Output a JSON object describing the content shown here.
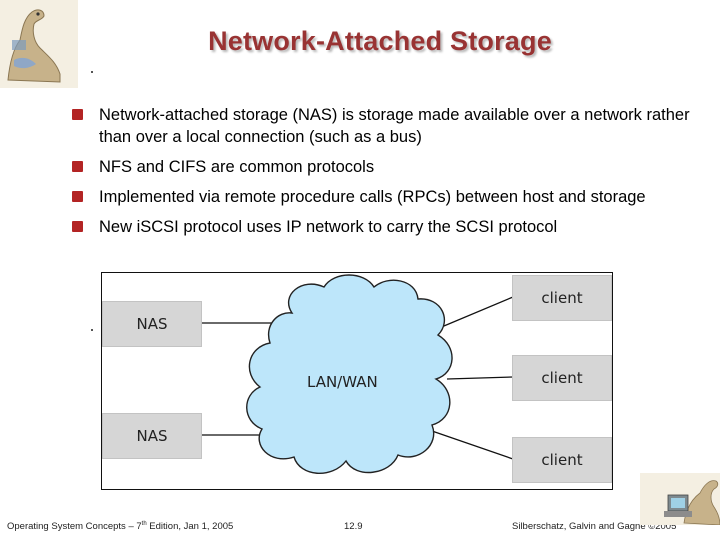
{
  "slide": {
    "title": "Network-Attached Storage",
    "bullets": [
      "Network-attached storage (NAS) is storage made available over a network rather than over a local connection (such as a bus)",
      "NFS and CIFS are common protocols",
      "Implemented via remote procedure calls (RPCs) between host and storage",
      "New iSCSI protocol uses IP network to carry the SCSI protocol"
    ]
  },
  "diagram": {
    "network_label": "LAN/WAN",
    "nas_labels": [
      "NAS",
      "NAS"
    ],
    "client_labels": [
      "client",
      "client",
      "client"
    ]
  },
  "footer": {
    "book_prefix": "Operating System Concepts – 7",
    "book_sup": "th",
    "book_suffix": " Edition, Jan 1, 2005",
    "page_number": "12.9",
    "copyright": "Silberschatz, Galvin and Gagne ©2005"
  },
  "colors": {
    "title": "#993333",
    "bullet_marker": "#b32424",
    "cloud": "#bde6fa",
    "box": "#d6d6d6"
  }
}
